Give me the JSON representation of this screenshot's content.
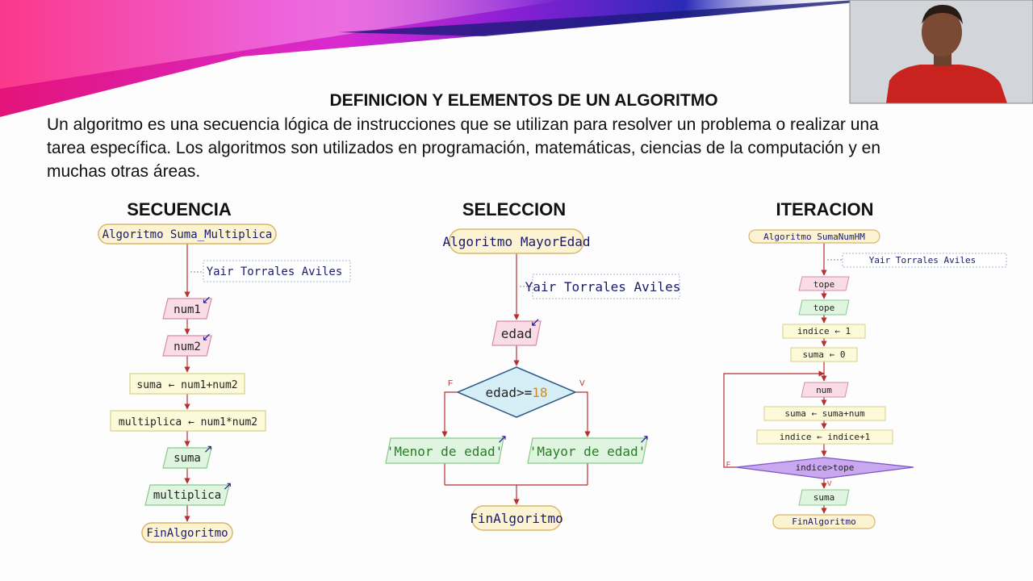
{
  "slide": {
    "title": "DEFINICION Y ELEMENTOS DE UN ALGORITMO",
    "body_lines": [
      "Un algoritmo es una secuencia lógica de instrucciones que se utilizan para resolver un problema o realizar una",
      "tarea específica. Los algoritmos son utilizados en programación, matemáticas, ciencias de la computación y en",
      "muchas otras áreas."
    ]
  },
  "secuencia": {
    "heading": "SECUENCIA",
    "start": "Algoritmo Suma_Multiplica",
    "comment": "Yair Torrales Aviles",
    "input1": "num1",
    "input2": "num2",
    "assign1": "suma ← num1+num2",
    "assign2": "multiplica ← num1*num2",
    "output1": "suma",
    "output2": "multiplica",
    "end": "FinAlgoritmo"
  },
  "seleccion": {
    "heading": "SELECCION",
    "start": "Algoritmo MayorEdad",
    "comment": "Yair Torrales Aviles",
    "input": "edad",
    "condition_var": "edad>=",
    "condition_num": "18",
    "false_label": "F",
    "true_label": "V",
    "output_false": "'Menor de edad'",
    "output_true": "'Mayor de edad'",
    "end": "FinAlgoritmo"
  },
  "iteracion": {
    "heading": "ITERACION",
    "start": "Algoritmo SumaNumHM",
    "comment": "Yair Torrales Aviles",
    "input": "tope",
    "output_tope": "tope",
    "assign_indice": "indice ← 1",
    "assign_suma": "suma ← 0",
    "input_num": "num",
    "assign_suma_num": "suma ← suma+num",
    "assign_indice_inc": "indice ← indice+1",
    "condition": "indice>tope",
    "false_label": "F",
    "true_label": "V",
    "output_suma": "suma",
    "end": "FinAlgoritmo"
  },
  "colors": {
    "terminal_fill": "#fbf3d2",
    "terminal_stroke": "#d8b66a",
    "input_fill": "#f9dce6",
    "input_stroke": "#d98aa6",
    "process_fill": "#fcfad8",
    "process_stroke": "#d8d08a",
    "output_fill": "#dff5df",
    "output_stroke": "#86c98a",
    "decision_fill": "#d6eef6",
    "decision_stroke": "#2d5a8a",
    "loop_decision_fill": "#c9a8f0",
    "loop_decision_stroke": "#7a55c8",
    "line": "#b53030",
    "text_navy": "#1a1a6e"
  }
}
